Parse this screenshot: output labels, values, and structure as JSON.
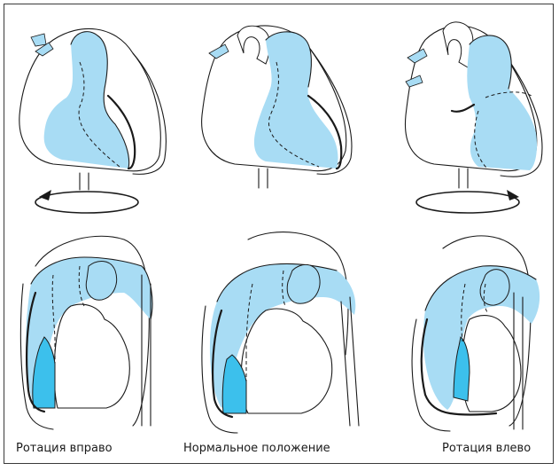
{
  "colors": {
    "light_blue": "#a8dcf4",
    "deep_blue": "#3cc0ec",
    "outline": "#1a1a1a",
    "frame": "#3a3a3a"
  },
  "captions": {
    "left": "Ротация вправо",
    "center": "Нормальное положение",
    "right": "Ротация влево"
  },
  "icons": {
    "rotate_right": "rotation-arrow-icon",
    "rotate_left": "rotation-arrow-icon"
  }
}
